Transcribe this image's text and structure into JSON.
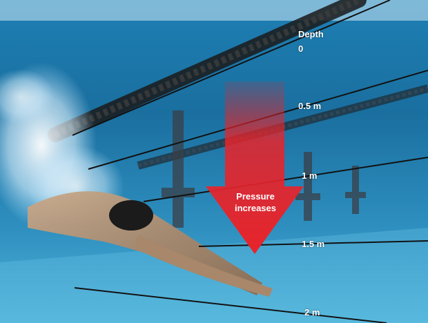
{
  "depth_scale": {
    "title": "Depth",
    "marks": [
      "0",
      "0.5 m",
      "1 m",
      "1.5 m",
      "2 m"
    ]
  },
  "arrow": {
    "line1": "Pressure",
    "line2": "increases",
    "color": "#e8232a"
  },
  "colors": {
    "water_deep": "#0b4a73",
    "water_light": "#3fa7d6",
    "depth_line": "#111111"
  },
  "scene": {
    "icons": [
      "swimmer-figure",
      "lane-rope",
      "pool-floor-markings",
      "water-splash"
    ]
  }
}
